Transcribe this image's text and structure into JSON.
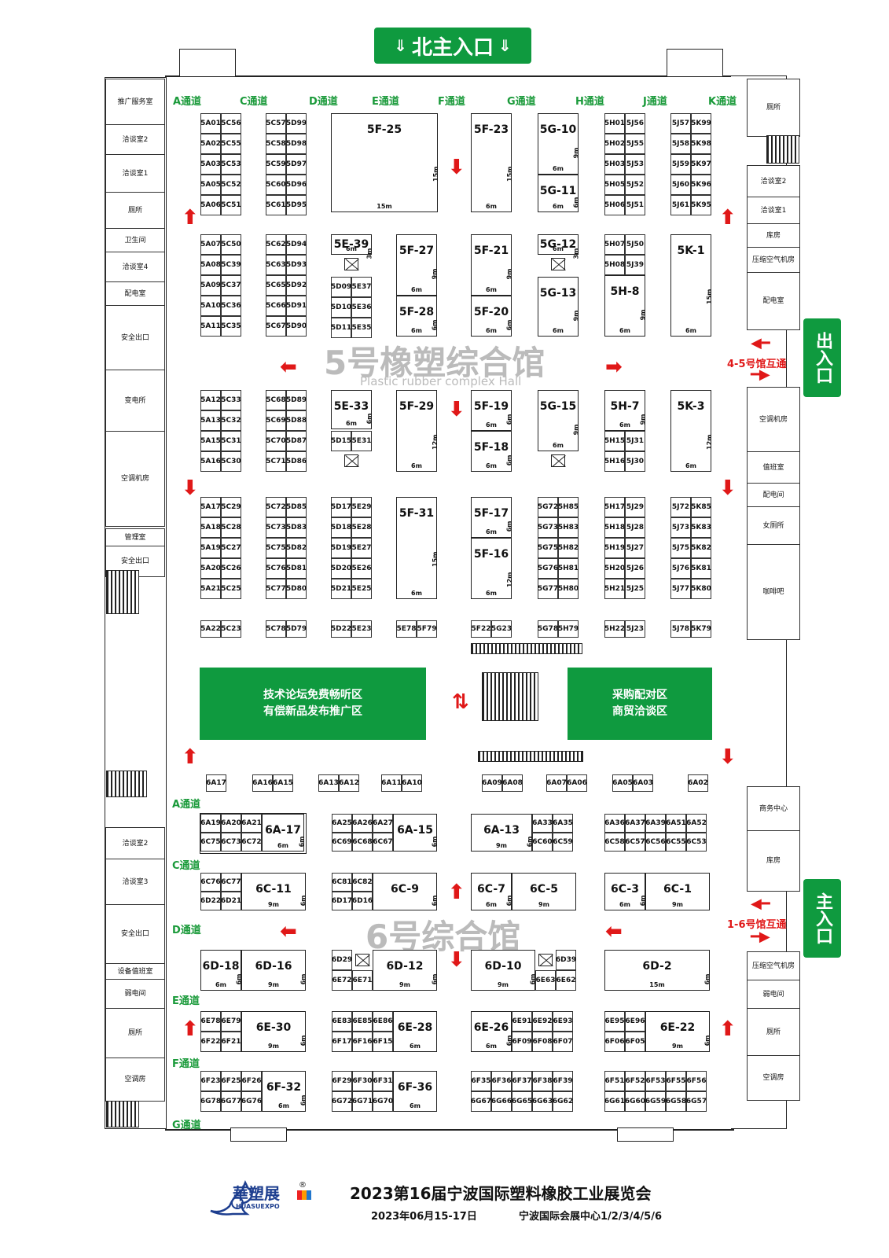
{
  "entrances": {
    "north_main": "北主入口",
    "exit": "出入口",
    "main": "主入口"
  },
  "aisles_hall5": [
    "A通道",
    "C通道",
    "D通道",
    "E通道",
    "F通道",
    "G通道",
    "H通道",
    "J通道",
    "K通道"
  ],
  "aisles_hall6": [
    "A通道",
    "C通道",
    "D通道",
    "E通道",
    "F通道",
    "G通道"
  ],
  "hall5": {
    "title": "5号橡塑综合馆",
    "subtitle": "Plastic rubber complex Hall"
  },
  "hall6": {
    "title": "6号综合馆"
  },
  "links": {
    "h45": "4-5号馆互通",
    "h16": "1-6号馆互通"
  },
  "zones": {
    "forum": [
      "技术论坛免费畅听区",
      "有偿新品发布推广区"
    ],
    "match": [
      "采购配对区",
      "商贸洽谈区"
    ]
  },
  "left_rooms": [
    "推广服务室",
    "洽谈室2",
    "洽谈室1",
    "厕所",
    "卫生间",
    "洽谈室4",
    "配电室",
    "安全出口",
    "变电所",
    "空调机房",
    "管理室",
    "安全出口",
    "洽谈室2",
    "洽谈室3",
    "安全出口",
    "设备值班室",
    "弱电间",
    "厕所",
    "空调房"
  ],
  "right_rooms": [
    "厕所",
    "洽谈室2",
    "洽谈室1",
    "库房",
    "压缩空气机房",
    "配电室",
    "空调机房",
    "值班室",
    "配电间",
    "女厕所",
    "咖啡吧",
    "商务中心",
    "库房",
    "压缩空气机房",
    "弱电间",
    "厕所",
    "空调房"
  ],
  "footer": {
    "brand": "華塑展",
    "brand_en": "HUASUEXPO",
    "title": "2023第16届宁波国际塑料橡胶工业展览会",
    "date": "2023年06月15-17日",
    "venue": "宁波国际会展中心1/2/3/4/5/6"
  },
  "hall5_cols": [
    {
      "rows1": [
        [
          "5A01",
          "5C56"
        ],
        [
          "5A02",
          "5C55"
        ],
        [
          "5A03",
          "5C53"
        ],
        [
          "5A05",
          "5C52"
        ],
        [
          "5A06",
          "5C51"
        ]
      ],
      "rows2": [
        [
          "5A07",
          "5C50"
        ],
        [
          "5A08",
          "5C39"
        ],
        [
          "5A09",
          "5C37"
        ],
        [
          "5A10",
          "5C36"
        ],
        [
          "5A11",
          "5C35"
        ]
      ],
      "rows3": [
        [
          "5A12",
          "5C33"
        ],
        [
          "5A13",
          "5C32"
        ],
        [
          "5A15",
          "5C31"
        ],
        [
          "5A16",
          "5C30"
        ]
      ],
      "rows4": [
        [
          "5A17",
          "5C29"
        ],
        [
          "5A18",
          "5C28"
        ],
        [
          "5A19",
          "5C27"
        ],
        [
          "5A20",
          "5C26"
        ],
        [
          "5A21",
          "5C25"
        ]
      ],
      "last": [
        "5A22",
        "5C23"
      ]
    },
    {
      "rows1": [
        [
          "5C57",
          "5D99"
        ],
        [
          "5C58",
          "5D98"
        ],
        [
          "5C59",
          "5D97"
        ],
        [
          "5C60",
          "5D96"
        ],
        [
          "5C61",
          "5D95"
        ]
      ],
      "rows2": [
        [
          "5C62",
          "5D94"
        ],
        [
          "5C63",
          "5D93"
        ],
        [
          "5C65",
          "5D92"
        ],
        [
          "5C66",
          "5D91"
        ],
        [
          "5C67",
          "5D90"
        ]
      ],
      "rows3": [
        [
          "5C68",
          "5D89"
        ],
        [
          "5C69",
          "5D88"
        ],
        [
          "5C70",
          "5D87"
        ],
        [
          "5C71",
          "5D86"
        ]
      ],
      "rows4": [
        [
          "5C72",
          "5D85"
        ],
        [
          "5C73",
          "5D83"
        ],
        [
          "5C75",
          "5D82"
        ],
        [
          "5C76",
          "5D81"
        ],
        [
          "5C77",
          "5D80"
        ]
      ],
      "last": [
        "5C78",
        "5D79"
      ]
    }
  ],
  "hall5_misc": {
    "c3_rows2": [
      [
        "5D09",
        "5E37"
      ],
      [
        "5D10",
        "5E36"
      ],
      [
        "5D11",
        "5E35"
      ]
    ],
    "c3_rows3": [
      [
        "5D15",
        "5E31"
      ]
    ],
    "c3_rows4": [
      [
        "5D17",
        "5E29"
      ],
      [
        "5D18",
        "5E28"
      ],
      [
        "5D19",
        "5E27"
      ],
      [
        "5D20",
        "5E26"
      ],
      [
        "5D21",
        "5E25"
      ]
    ],
    "c3_last": [
      "5D22",
      "5E23"
    ],
    "c4_last": [
      "5E78",
      "5F79"
    ],
    "c5_last": [
      "5F22",
      "5G23"
    ],
    "c6_rows4": [
      [
        "5G72",
        "5H85"
      ],
      [
        "5G73",
        "5H83"
      ],
      [
        "5G75",
        "5H82"
      ],
      [
        "5G76",
        "5H81"
      ],
      [
        "5G77",
        "5H80"
      ]
    ],
    "c6_last": [
      "5G78",
      "5H79"
    ],
    "c7_rows1": [
      [
        "5H01",
        "5J56"
      ],
      [
        "5H02",
        "5J55"
      ],
      [
        "5H03",
        "5J53"
      ],
      [
        "5H05",
        "5J52"
      ],
      [
        "5H06",
        "5J51"
      ]
    ],
    "c7_rows2": [
      [
        "5H07",
        "5J50"
      ],
      [
        "5H08",
        "5J39"
      ]
    ],
    "c7_rows3": [
      [
        "5H15",
        "5J31"
      ],
      [
        "5H16",
        "5J30"
      ]
    ],
    "c7_rows4": [
      [
        "5H17",
        "5J29"
      ],
      [
        "5H18",
        "5J28"
      ],
      [
        "5H19",
        "5J27"
      ],
      [
        "5H20",
        "5J26"
      ],
      [
        "5H21",
        "5J25"
      ]
    ],
    "c7_last": [
      "5H22",
      "5J23"
    ],
    "c8_rows1": [
      [
        "5J57",
        "5K99"
      ],
      [
        "5J58",
        "5K98"
      ],
      [
        "5J59",
        "5K97"
      ],
      [
        "5J60",
        "5K96"
      ],
      [
        "5J61",
        "5K95"
      ]
    ],
    "c8_rows4": [
      [
        "5J72",
        "5K85"
      ],
      [
        "5J73",
        "5K83"
      ],
      [
        "5J75",
        "5K82"
      ],
      [
        "5J76",
        "5K81"
      ],
      [
        "5J77",
        "5K80"
      ]
    ],
    "c8_last": [
      "5J78",
      "5K79"
    ]
  },
  "hall5_big": [
    {
      "id": "5F-25",
      "w": "15m",
      "h": "15m"
    },
    {
      "id": "5F-23",
      "w": "6m",
      "h": "15m"
    },
    {
      "id": "5G-10",
      "w": "6m",
      "h": "9m"
    },
    {
      "id": "5G-11",
      "w": "6m",
      "h": "6m"
    },
    {
      "id": "5E-39",
      "w": "6m",
      "h": "3m"
    },
    {
      "id": "5F-27",
      "w": "6m",
      "h": "9m"
    },
    {
      "id": "5F-28",
      "w": "6m",
      "h": "6m"
    },
    {
      "id": "5F-21",
      "w": "6m",
      "h": "9m"
    },
    {
      "id": "5F-20",
      "w": "6m",
      "h": "6m"
    },
    {
      "id": "5G-12",
      "w": "6m",
      "h": "3m"
    },
    {
      "id": "5G-13",
      "w": "6m",
      "h": "9m"
    },
    {
      "id": "5H-8",
      "w": "6m",
      "h": "9m"
    },
    {
      "id": "5K-1",
      "w": "6m",
      "h": "15m"
    },
    {
      "id": "5E-33",
      "w": "6m",
      "h": "6m"
    },
    {
      "id": "5F-29",
      "w": "6m",
      "h": "12m"
    },
    {
      "id": "5F-19",
      "w": "6m",
      "h": "6m"
    },
    {
      "id": "5F-18",
      "w": "6m",
      "h": "6m"
    },
    {
      "id": "5G-15",
      "w": "6m",
      "h": "9m"
    },
    {
      "id": "5H-7",
      "w": "6m",
      "h": "9m"
    },
    {
      "id": "5K-3",
      "w": "6m",
      "h": "12m"
    },
    {
      "id": "5F-31",
      "w": "6m",
      "h": "15m"
    },
    {
      "id": "5F-17",
      "w": "6m",
      "h": "6m"
    },
    {
      "id": "5F-16",
      "w": "6m",
      "h": "12m"
    }
  ],
  "hall6_top": [
    [
      "6A17"
    ],
    [
      "6A16",
      "6A15"
    ],
    [
      "6A13",
      "6A12"
    ],
    [
      "6A11",
      "6A10"
    ],
    [
      "6A09",
      "6A08"
    ],
    [
      "6A07",
      "6A06"
    ],
    [
      "6A05",
      "6A03"
    ],
    [
      "6A02"
    ]
  ],
  "hall6_rowA": {
    "b1": {
      "top": [
        "6A19",
        "6A20",
        "6A21"
      ],
      "bot": [
        "6C75",
        "6C73",
        "6C72"
      ],
      "big": "6A-17",
      "w": "6m",
      "h": "6m"
    },
    "b2": {
      "top": [
        "6A25",
        "6A26",
        "6A27"
      ],
      "bot": [
        "6C69",
        "6C68",
        "6C67"
      ],
      "big": "6A-15",
      "h": "6m"
    },
    "b3": {
      "big": "6A-13",
      "w": "9m",
      "h": "6m",
      "top": [
        "6A33",
        "6A35"
      ],
      "bot": [
        "6C60",
        "6C59"
      ]
    },
    "b4": {
      "top": [
        "6A36",
        "6A37",
        "6A39",
        "6A51",
        "6A52"
      ],
      "bot": [
        "6C58",
        "6C57",
        "6C56",
        "6C55",
        "6C53"
      ]
    }
  },
  "hall6_rowC": {
    "b1": {
      "cells": [
        [
          "6C76",
          "6C77"
        ],
        [
          "6D22",
          "6D21"
        ]
      ],
      "big": "6C-11",
      "w": "9m",
      "h": "6m"
    },
    "b2": {
      "cells": [
        [
          "6C81",
          "6C82"
        ],
        [
          "6D17",
          "6D16"
        ]
      ],
      "big": "6C-9",
      "h": "6m"
    },
    "b3": {
      "big1": "6C-7",
      "w1": "6m",
      "h1": "6m",
      "big2": "6C-5",
      "w2": "9m"
    },
    "b4": {
      "big1": "6C-3",
      "w1": "6m",
      "h1": "6m",
      "big2": "6C-1",
      "w2": "9m"
    }
  },
  "hall6_rowD": {
    "b1": {
      "big1": "6D-18",
      "w1": "6m",
      "h1": "6m",
      "big2": "6D-16",
      "w2": "9m",
      "h2": "6m"
    },
    "b2": {
      "cells": [
        [
          "6D29"
        ],
        [
          "6E72",
          "6E71"
        ]
      ],
      "big": "6D-12",
      "w": "9m",
      "h": "6m"
    },
    "b3": {
      "big": "6D-10",
      "w": "9m",
      "h": "6m",
      "cells": [
        [
          "6D39"
        ],
        [
          "6E63",
          "6E62"
        ]
      ]
    },
    "b4": {
      "big": "6D-2",
      "w": "15m",
      "h": "6m"
    }
  },
  "hall6_rowE": {
    "b1": {
      "cells": [
        [
          "6E78",
          "6E79"
        ],
        [
          "6F22",
          "6F21"
        ]
      ],
      "big": "6E-30",
      "w": "9m",
      "h": "6m"
    },
    "b2": {
      "cells": [
        [
          "6E83",
          "6E85",
          "6E86"
        ],
        [
          "6F17",
          "6F16",
          "6F15"
        ]
      ],
      "big": "6E-28",
      "w": "6m"
    },
    "b3": {
      "big": "6E-26",
      "w": "6m",
      "h": "6m",
      "cells": [
        [
          "6E91",
          "6E92",
          "6E93"
        ],
        [
          "6F09",
          "6F08",
          "6F07"
        ]
      ]
    },
    "b4": {
      "cells": [
        [
          "6E95",
          "6E96"
        ],
        [
          "6F06",
          "6F05"
        ]
      ],
      "big": "6E-22",
      "w": "9m",
      "h": "6m"
    }
  },
  "hall6_rowF": {
    "b1": {
      "cells": [
        [
          "6F23",
          "6F25",
          "6F26"
        ],
        [
          "6G78",
          "6G77",
          "6G76"
        ]
      ],
      "big": "6F-32",
      "w": "6m",
      "h": "6m"
    },
    "b2": {
      "cells": [
        [
          "6F29",
          "6F30",
          "6F31"
        ],
        [
          "6G72",
          "6G71",
          "6G70"
        ]
      ],
      "big": "6F-36",
      "w": "6m"
    },
    "b3": {
      "cells": [
        [
          "6F35",
          "6F36",
          "6F37",
          "6F38",
          "6F39"
        ],
        [
          "6G67",
          "6G66",
          "6G65",
          "6G63",
          "6G62"
        ]
      ]
    },
    "b4": {
      "cells": [
        [
          "6F51",
          "6F52",
          "6F53",
          "6F55",
          "6F56"
        ],
        [
          "6G61",
          "6G60",
          "6G59",
          "6G58",
          "6G57"
        ]
      ]
    }
  }
}
